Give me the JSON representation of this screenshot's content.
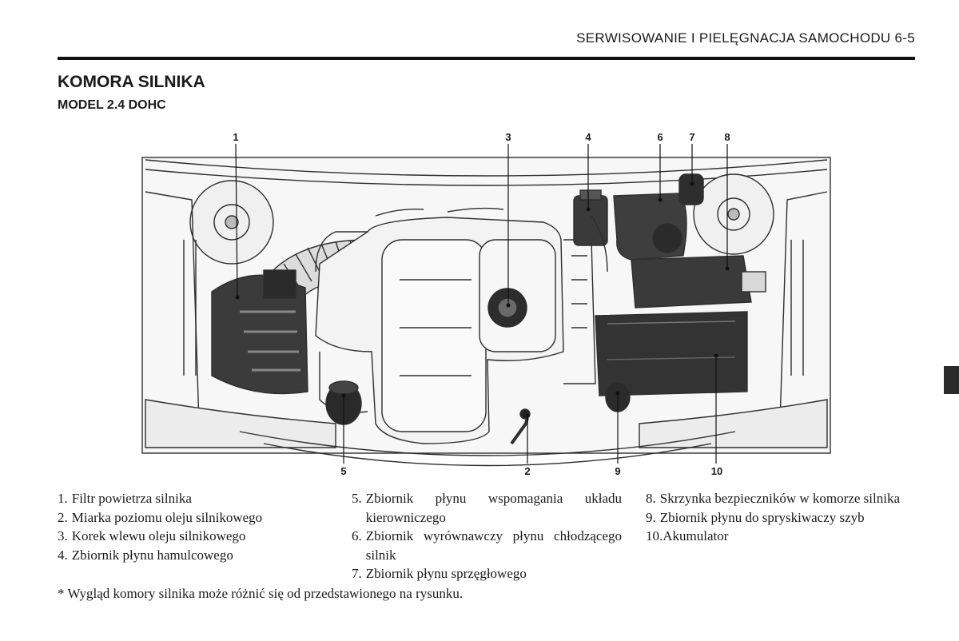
{
  "header": {
    "running_head": "SERWISOWANIE I PIELĘGNACJA SAMOCHODU 6-5"
  },
  "section": {
    "title": "KOMORA SILNIKA",
    "subtitle": "MODEL 2.4 DOHC"
  },
  "figure": {
    "callouts_top": [
      "1",
      "3",
      "4",
      "6",
      "7",
      "8"
    ],
    "callouts_bottom": [
      "5",
      "2",
      "9",
      "10"
    ]
  },
  "legend": {
    "col1": [
      {
        "num": "1.",
        "text": "Filtr powietrza silnika"
      },
      {
        "num": "2.",
        "text": "Miarka poziomu oleju silnikowego"
      },
      {
        "num": "3.",
        "text": "Korek wlewu oleju silnikowego"
      },
      {
        "num": "4.",
        "text": "Zbiornik płynu hamulcowego"
      }
    ],
    "col2": [
      {
        "num": "5.",
        "text": "Zbiornik płynu wspomagania układu kierowniczego"
      },
      {
        "num": "6.",
        "text": "Zbiornik wyrównawczy płynu chłodzącego silnik"
      },
      {
        "num": "7.",
        "text": "Zbiornik płynu sprzęgłowego"
      }
    ],
    "col3": [
      {
        "num": "8.",
        "text": "Skrzynka bezpieczników w komorze silnika"
      },
      {
        "num": "9.",
        "text": "Zbiornik płynu do spryskiwaczy szyb"
      },
      {
        "num": "10.",
        "text": "Akumulator"
      }
    ]
  },
  "footnote": "* Wygląd komory silnika może różnić się od przedstawionego na rysunku."
}
